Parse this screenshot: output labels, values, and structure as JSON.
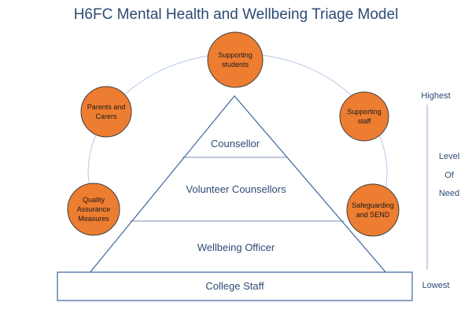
{
  "title": "H6FC Mental Health and Wellbeing Triage Model",
  "tiers": {
    "counsellor": "Counsellor",
    "volunteer": "Volunteer Counsellors",
    "wellbeing": "Wellbeing Officer",
    "college": "College Staff"
  },
  "nodes": {
    "students": {
      "line1": "Supporting",
      "line2": "students"
    },
    "parents": {
      "line1": "Parents and",
      "line2": "Carers"
    },
    "staff": {
      "line1": "Supporting",
      "line2": "staff"
    },
    "quality": {
      "line1": "Quality",
      "line2": "Assurance",
      "line3": "Measures"
    },
    "safeguarding": {
      "line1": "Safeguarding",
      "line2": "and SEND"
    }
  },
  "scale": {
    "highest": "Highest",
    "level": "Level",
    "of": "Of",
    "need": "Need",
    "lowest": "Lowest"
  },
  "colors": {
    "node_fill": "#ed7d31",
    "node_stroke": "#3f3f3f",
    "line": "#4a6fa5",
    "arc": "#b4c7e7",
    "text": "#2e4b74"
  }
}
